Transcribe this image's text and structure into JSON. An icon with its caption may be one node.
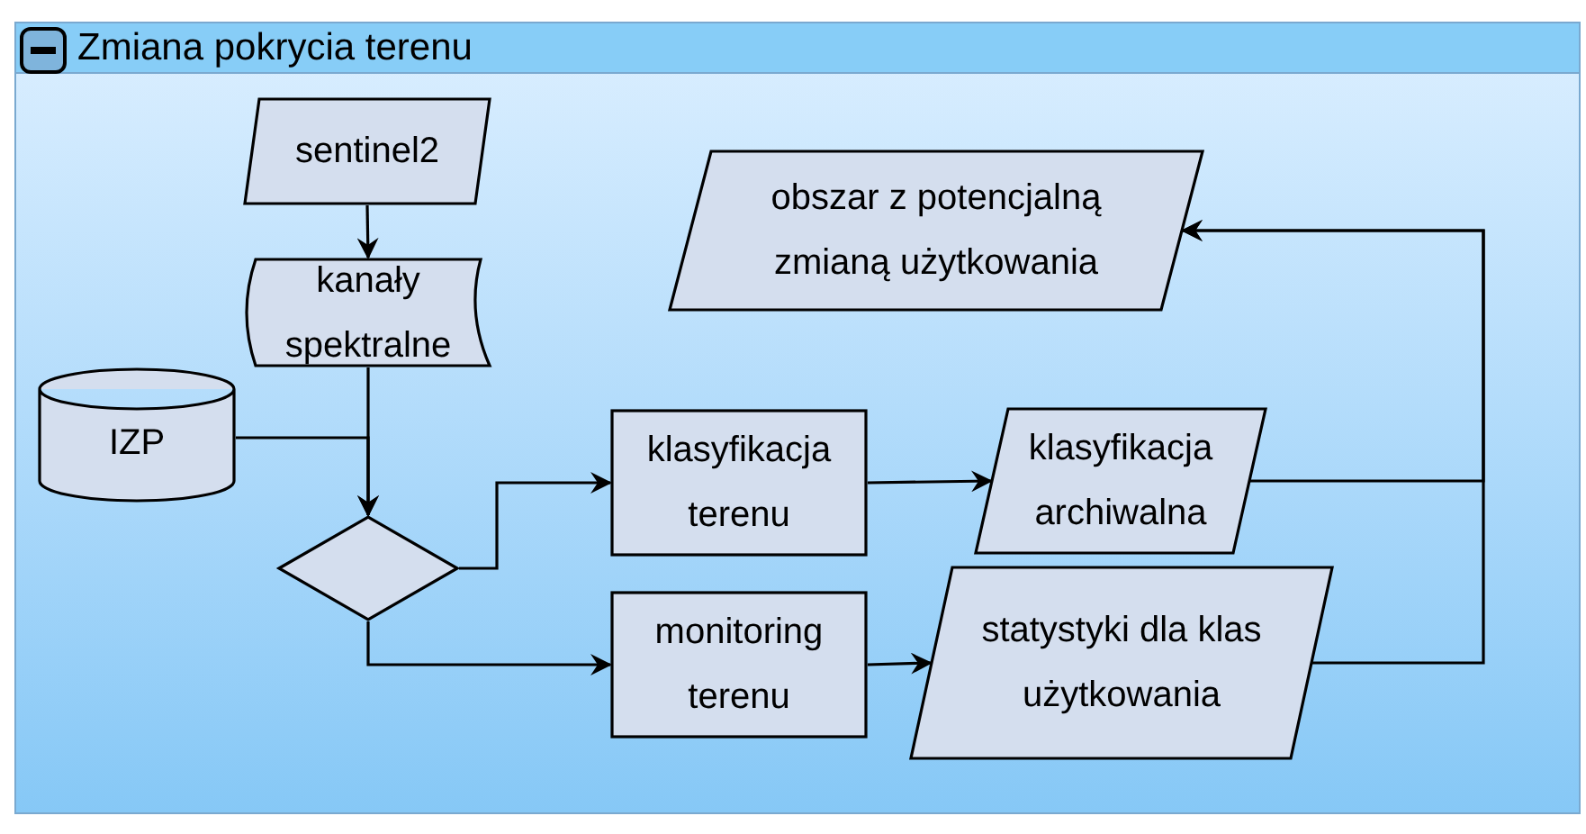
{
  "diagram": {
    "nodes": [
      {
        "text": [
          "Zmiana pokrycia terenu"
        ]
      },
      {
        "text": [
          "sentinel2"
        ],
        "in": 0
      },
      {
        "text": [
          "kanały spektralne"
        ],
        "in": 0
      },
      {
        "text": [
          "IZP"
        ],
        "in": 0
      },
      {
        "text": [],
        "shape": "diamond",
        "in": 0
      },
      {
        "text": [
          "klasyfikacja terenu"
        ],
        "in": 0
      },
      {
        "text": [
          "monitoring terenu"
        ],
        "in": 0
      },
      {
        "text": [
          "klasyfikacja archiwalna"
        ],
        "in": 0
      },
      {
        "text": [
          "statystyki dla klas użytkowania"
        ],
        "in": 0
      },
      {
        "text": [
          "obszar z potencjalną zmianą użytkowania"
        ],
        "in": 0
      }
    ],
    "edges": [
      {
        "from": 1,
        "to": 2,
        "arrow": "to"
      },
      {
        "from": 2,
        "to": 4,
        "arrow": "to"
      },
      {
        "from": 3,
        "to": 4,
        "arrow": "to"
      },
      {
        "from": 4,
        "to": 5,
        "arrow": "to"
      },
      {
        "from": 4,
        "to": 6,
        "arrow": "to"
      },
      {
        "from": 5,
        "to": 7,
        "arrow": "to"
      },
      {
        "from": 6,
        "to": 8,
        "arrow": "to"
      },
      {
        "from": 7,
        "to": 9,
        "arrow": "to"
      },
      {
        "from": 8,
        "to": 9,
        "arrow": "to"
      }
    ]
  }
}
